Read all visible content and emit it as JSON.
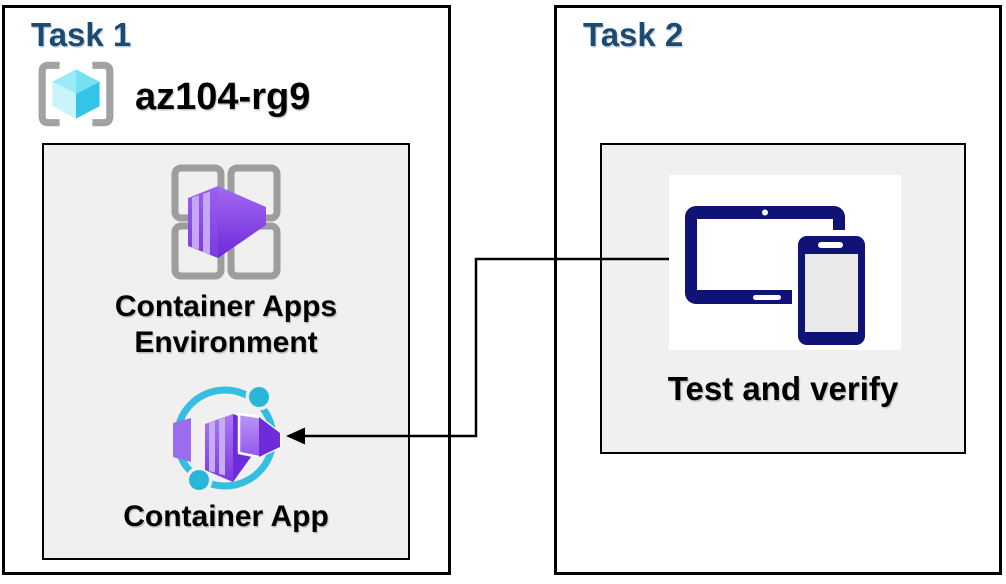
{
  "task1": {
    "title": "Task 1",
    "resource_group_name": "az104-rg9",
    "environment_line1": "Container Apps",
    "environment_line2": "Environment",
    "container_app_label": "Container App"
  },
  "task2": {
    "title": "Task 2",
    "test_label": "Test and verify"
  },
  "icons": {
    "resource_group": "azure-resource-group-icon",
    "environment": "container-apps-environment-icon",
    "container_app": "container-app-icon",
    "devices": "tablet-and-phone-devices-icon",
    "connector": "elbow-arrow-connector"
  },
  "colors": {
    "task_title_blue": "#1b4a72",
    "label_black": "#000000",
    "box_border": "#000000",
    "inner_box_bg": "#f0f0f0",
    "icon_purple": "#8a4be8",
    "icon_purple_light": "#c0a0f6",
    "icon_cyan": "#31bde4",
    "icon_navy": "#0e1375",
    "icon_gray": "#9d9d9d"
  }
}
